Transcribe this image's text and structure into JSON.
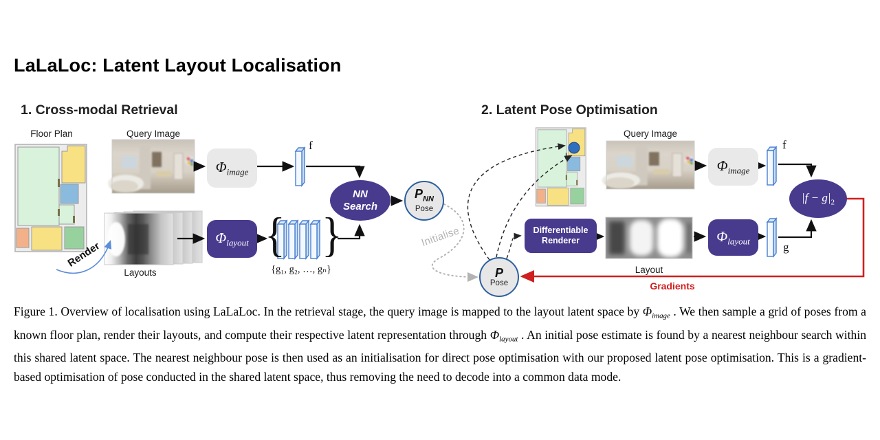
{
  "page": {
    "title": "LaLaLoc: Latent Layout Localisation"
  },
  "sections": {
    "retrieval": "1. Cross-modal Retrieval",
    "optimisation": "2. Latent Pose Optimisation"
  },
  "labels": {
    "floor_plan": "Floor Plan",
    "query_image": "Query Image",
    "layouts": "Layouts",
    "layout": "Layout",
    "render": "Render",
    "initialise": "Initialise",
    "gradients": "Gradients",
    "pose": "Pose",
    "f": "f",
    "g": "g",
    "g_set": "{g₁, g₂, …, gₙ}",
    "brace_left": "{",
    "brace_right": "}"
  },
  "nodes": {
    "phi": "Φ",
    "sub_image": "image",
    "sub_layout": "layout",
    "nn_search_line1": "NN",
    "nn_search_line2": "Search",
    "p": "P",
    "p_nn_sub": "NN",
    "loss_main": "|f − g|",
    "loss_sub": "2",
    "diff_renderer_line1": "Differentiable",
    "diff_renderer_line2": "Renderer"
  },
  "colors": {
    "accent_purple": "#483b8e",
    "circle_border_blue": "#2d5f9f",
    "gradient_red": "#d01f1f",
    "vector_blue": "#4a7fd0",
    "pose_dot_blue": "#2e6fc0",
    "room_mint": "#d9f2dc",
    "room_yellow": "#f7e183",
    "room_blue": "#8abade",
    "room_orange": "#f2b189",
    "room_green": "#97d29e",
    "initialise_gray": "#b3b3b3"
  },
  "caption": {
    "figure_no": "Figure 1.",
    "p1": "Figure 1. Overview of localisation using LaLaLoc. In the retrieval stage, the query image is mapped to the layout latent space by ",
    "m1": "Φ",
    "m1sub": "image",
    "p2": " . We then sample a grid of poses from a known floor plan, render their layouts, and compute their respective latent representation through ",
    "m2": "Φ",
    "m2sub": "layout",
    "p3": " . An initial pose estimate is found by a nearest neighbour search within this shared latent space. The nearest neighbour pose is then used as an initialisation for direct pose optimisation with our proposed latent pose optimisation. This is a gradient-based optimisation of pose conducted in the shared latent space, thus removing the need to decode into a common data mode."
  }
}
